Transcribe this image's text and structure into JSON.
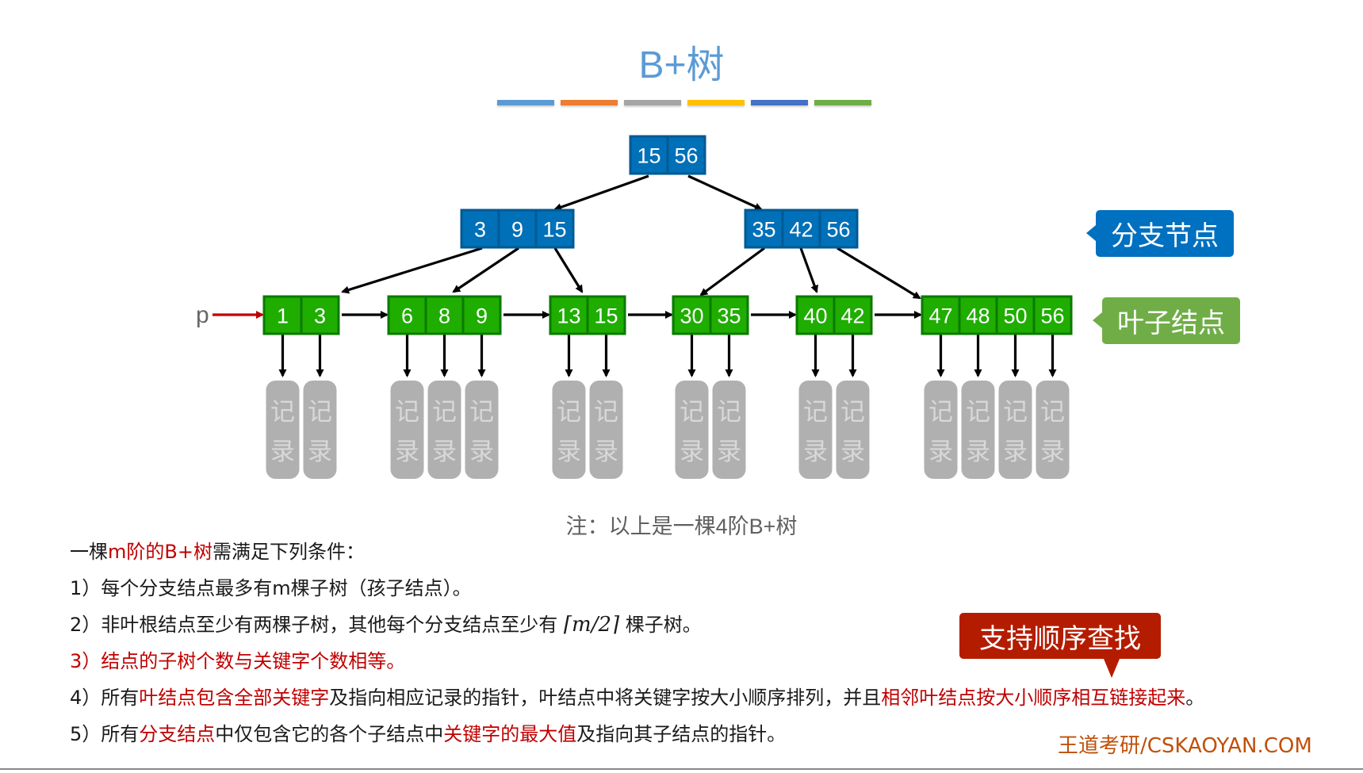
{
  "title": "B+树",
  "accent_bars": [
    "#5b9bd5",
    "#ed7d31",
    "#a5a5a5",
    "#ffc000",
    "#4472c4",
    "#70ad47"
  ],
  "colors": {
    "branch_node": "#0070b8",
    "branch_border": "#005a94",
    "leaf_node": "#1fad00",
    "leaf_border": "#0a7a00",
    "record": "#b0b0b0",
    "pointer_p": "#c00000",
    "red_text": "#c00000",
    "callout_branch": "#0070c0",
    "callout_leaf": "#70ad47",
    "callout_seq": "#b41c00"
  },
  "tree": {
    "root": {
      "keys": [
        "15",
        "56"
      ]
    },
    "branches": [
      {
        "keys": [
          "3",
          "9",
          "15"
        ]
      },
      {
        "keys": [
          "35",
          "42",
          "56"
        ]
      }
    ],
    "leaves": [
      {
        "keys": [
          "1",
          "3"
        ]
      },
      {
        "keys": [
          "6",
          "8",
          "9"
        ]
      },
      {
        "keys": [
          "13",
          "15"
        ]
      },
      {
        "keys": [
          "30",
          "35"
        ]
      },
      {
        "keys": [
          "40",
          "42"
        ]
      },
      {
        "keys": [
          "47",
          "48",
          "50",
          "56"
        ]
      }
    ],
    "record_label_top": "记",
    "record_label_bottom": "录",
    "head_pointer_label": "p"
  },
  "callouts": {
    "branch": "分支节点",
    "leaf": "叶子结点",
    "sequential": "支持顺序查找"
  },
  "note": "注：以上是一棵4阶B+树",
  "conditions": {
    "intro": {
      "pre": "一棵",
      "red": "m阶的B+树",
      "post": "需满足下列条件："
    },
    "c1": "1）每个分支结点最多有m棵子树（孩子结点）。",
    "c2_pre": "2）非叶根结点至少有两棵子树，其他每个分支结点至少有 ",
    "c2_math": "⌈m/2⌉",
    "c2_post": " 棵子树。",
    "c3": "3）结点的子树个数与关键字个数相等。",
    "c4": {
      "pre": "4）所有",
      "red1": "叶结点包含全部关键字",
      "mid": "及指向相应记录的指针，叶结点中将关键字按大小顺序排列，并且",
      "red2": "相邻叶结点按大小顺序相互链接起来",
      "post": "。"
    },
    "c5": {
      "pre": "5）所有",
      "red1": "分支结点",
      "mid": "中仅包含它的各个子结点中",
      "red2": "关键字的最大值",
      "post": "及指向其子结点的指针。"
    }
  },
  "brand": "王道考研/CSKAOYAN.COM"
}
